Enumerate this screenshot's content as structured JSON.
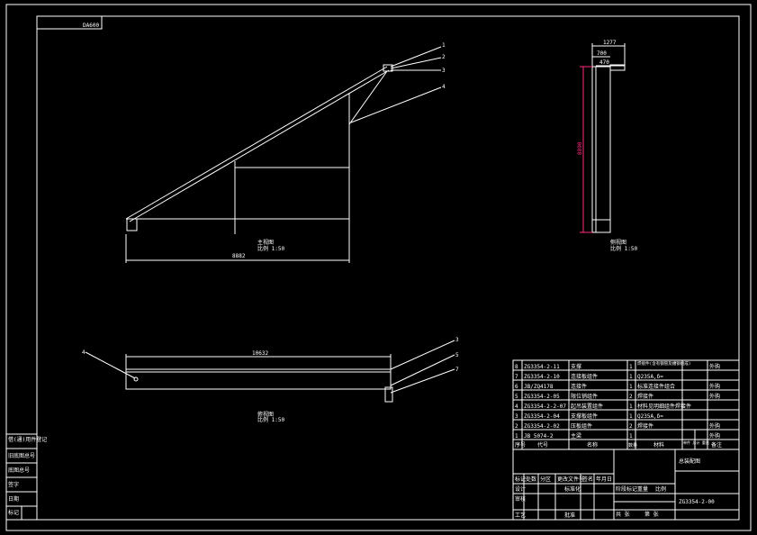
{
  "title_tab": "DA600",
  "callouts": [
    "1",
    "2",
    "3",
    "4",
    "4",
    "3",
    "5",
    "7"
  ],
  "views": {
    "front": {
      "name": "主视图",
      "scale": "比例 1:50",
      "dim_length": "8882"
    },
    "side": {
      "name": "侧视图",
      "scale": "比例 1:50",
      "dim_1277": "1277",
      "dim_700": "700",
      "dim_470": "470",
      "dim_height": "8890"
    },
    "top": {
      "name": "俯视图",
      "scale": "比例 1:50",
      "dim_length": "10632"
    }
  },
  "bom": {
    "rows": [
      [
        "8",
        "ZG3354-2-11",
        "支撑",
        "1",
        "焊接件(含有钢管及槽钢组成)",
        "",
        "外购"
      ],
      [
        "7",
        "ZG3354-2-10",
        "连接板组件",
        "1",
        "Q235A,δ=",
        "",
        ""
      ],
      [
        "6",
        "JB/ZQ4178",
        "连接件",
        "1",
        "标准连接件组合",
        "",
        "外购"
      ],
      [
        "5",
        "ZG3354-2-05",
        "限位销组件",
        "2",
        "焊接件",
        "",
        "外购"
      ],
      [
        "4",
        "ZG3354-2-2-07",
        "起吊装置组件",
        "1",
        "材料见明细组件焊接件",
        "",
        ""
      ],
      [
        "3",
        "ZG3354-2-04",
        "支撑板组件",
        "1",
        "Q235A,δ=",
        "",
        ""
      ],
      [
        "2",
        "ZG3354-2-02",
        "压板组件",
        "2",
        "焊接件",
        "",
        "外购"
      ],
      [
        "1",
        "JB 5074-2",
        "主梁",
        "1",
        "",
        "",
        "外购"
      ]
    ],
    "header": [
      "序号",
      "代号",
      "名称",
      "数量",
      "材料",
      "单件 总计 重量",
      "备注"
    ]
  },
  "title_block": {
    "drawing_name": "总装配图",
    "drawing_no": "ZG3354-2-00",
    "rev_labels": [
      "标记",
      "处数",
      "分区",
      "更改文件号",
      "签名",
      "年月日"
    ],
    "role_labels": [
      "设计",
      "标准化",
      "审核",
      "工艺",
      "批准"
    ],
    "stage_labels": [
      "阶段标记",
      "重量",
      "比例"
    ],
    "sheet_labels": [
      "共 张",
      "第 张"
    ]
  },
  "left_strip": [
    "借(通)用件登记",
    "旧底图总号",
    "底图总号",
    "签字",
    "日期",
    "标记"
  ]
}
